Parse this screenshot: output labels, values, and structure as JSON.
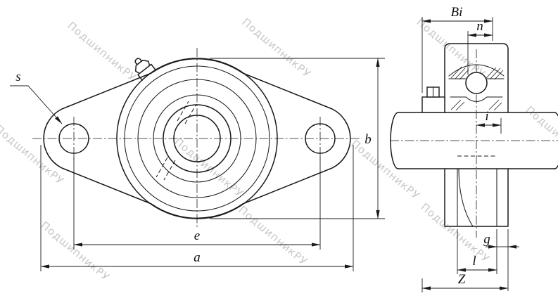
{
  "front_view": {
    "labels": {
      "s": "s",
      "b": "b",
      "e": "e",
      "a": "a"
    }
  },
  "side_view": {
    "labels": {
      "bi": "Bi",
      "n": "n",
      "i": "i",
      "g": "g",
      "l": "l",
      "z": "Z"
    }
  },
  "watermark": {
    "text": "ПодшипникРУ",
    "color": "#c8c8c8"
  },
  "colors": {
    "line": "#1a1a1a",
    "background": "#ffffff"
  }
}
